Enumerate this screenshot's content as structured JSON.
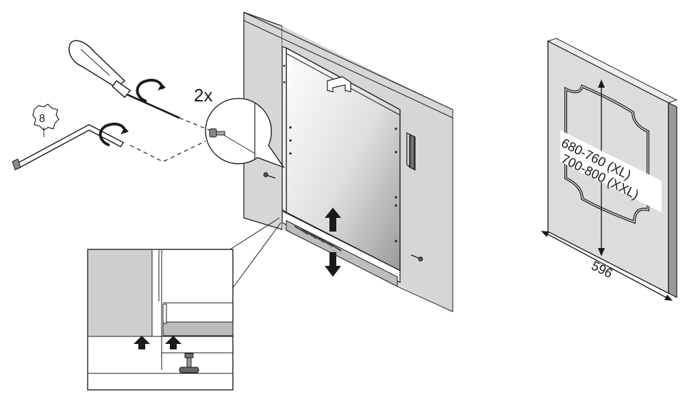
{
  "labels": {
    "count": "2x",
    "tool_size": "8",
    "height_xl": "680-760 (XL)",
    "height_xxl": "700-800 (XXL)",
    "width": "596"
  },
  "icons": [
    "screwdriver-icon",
    "torx-key-icon",
    "rotate-arrow-icon",
    "screw-icon",
    "up-arrow-icon",
    "down-arrow-icon",
    "dimension-arrow-icon"
  ],
  "colors": {
    "panel_grey": "#dcdcdc",
    "cabinet_grey": "#d6d6d6",
    "line": "#1a1a1a"
  }
}
